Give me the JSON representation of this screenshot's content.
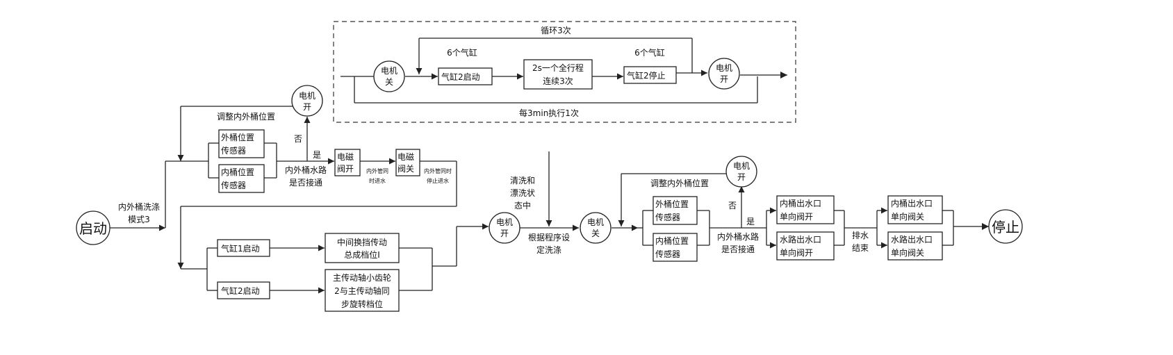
{
  "nodes": {
    "start": "启动",
    "stop": "停止",
    "motor_on_a": [
      "电机",
      "开"
    ],
    "motor_off_loop": [
      "电机",
      "关"
    ],
    "motor_on_loop": [
      "电机",
      "开"
    ],
    "motor_on_mid": [
      "电机",
      "开"
    ],
    "motor_off_mid": [
      "电机",
      "关"
    ],
    "motor_on_right": [
      "电机",
      "开"
    ]
  },
  "boxes": {
    "outer_sensor_left": [
      "外桶位置",
      "传感器"
    ],
    "inner_sensor_left": [
      "内桶位置",
      "传感器"
    ],
    "valve_open": [
      "电磁",
      "阀开"
    ],
    "valve_close": [
      "电磁",
      "阀关"
    ],
    "cyl1_start": "气缸1启动",
    "cyl2_start_bottom": "气缸2启动",
    "shift_gear": [
      "中间换挡传动",
      "总成档位I"
    ],
    "main_shaft": [
      "主传动轴小齿轮",
      "2与主传动轴同",
      "步旋转档位"
    ],
    "cyl2_start_loop": "气缸2启动",
    "full_stroke": [
      "2s一个全行程",
      "连续3次"
    ],
    "cyl2_stop_loop": "气缸2停止",
    "outer_sensor_right": [
      "外桶位置",
      "传感器"
    ],
    "inner_sensor_right": [
      "内桶位置",
      "传感器"
    ],
    "inner_outlet_open": [
      "内桶出水口",
      "单向阀开"
    ],
    "water_outlet_open": [
      "水路出水口",
      "单向阀开"
    ],
    "inner_outlet_close": [
      "内桶出水口",
      "单向阀关"
    ],
    "water_outlet_close": [
      "水路出水口",
      "单向阀关"
    ]
  },
  "labels": {
    "wash_mode": [
      "内外桶洗涤",
      "模式3"
    ],
    "adjust_left": "调整内外桶位置",
    "adjust_right": "调整内外桶位置",
    "decision_left": [
      "内外桶水路",
      "是否接通"
    ],
    "decision_right": [
      "内外桶水路",
      "是否接通"
    ],
    "yes_left": "是",
    "no_left": "否",
    "yes_right": "是",
    "no_right": "否",
    "fill_water": [
      "内外管同",
      "时进水"
    ],
    "stop_water": [
      "内外管同时",
      "停止进水"
    ],
    "loop_times": "循环3次",
    "cyl_count_left": "6个气缸",
    "cyl_count_right": "6个气缸",
    "every_interval": "每3min执行1次",
    "cleaning_state": [
      "清洗和",
      "漂洗状",
      "态中"
    ],
    "set_wash": [
      "根据程序设",
      "定洗涤"
    ],
    "drain_end": [
      "排水",
      "结束"
    ]
  }
}
